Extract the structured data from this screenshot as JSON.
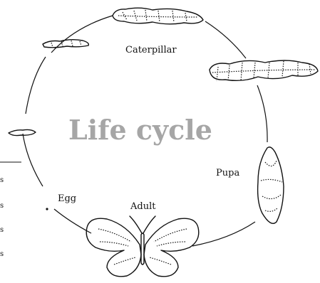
{
  "title": "Life cycle",
  "stages": {
    "caterpillar": "Caterpillar",
    "pupa": "Pupa",
    "adult": "Adult",
    "egg": "Egg"
  },
  "edge_fragment": "s",
  "colors": {
    "title": "#a6a6a6",
    "line": "#111111",
    "background": "#ffffff"
  },
  "icons": [
    "small-larva-icon",
    "caterpillar-icon",
    "large-caterpillar-icon",
    "tiny-larva-icon",
    "pupa-icon",
    "butterfly-icon",
    "egg-dot-icon"
  ]
}
